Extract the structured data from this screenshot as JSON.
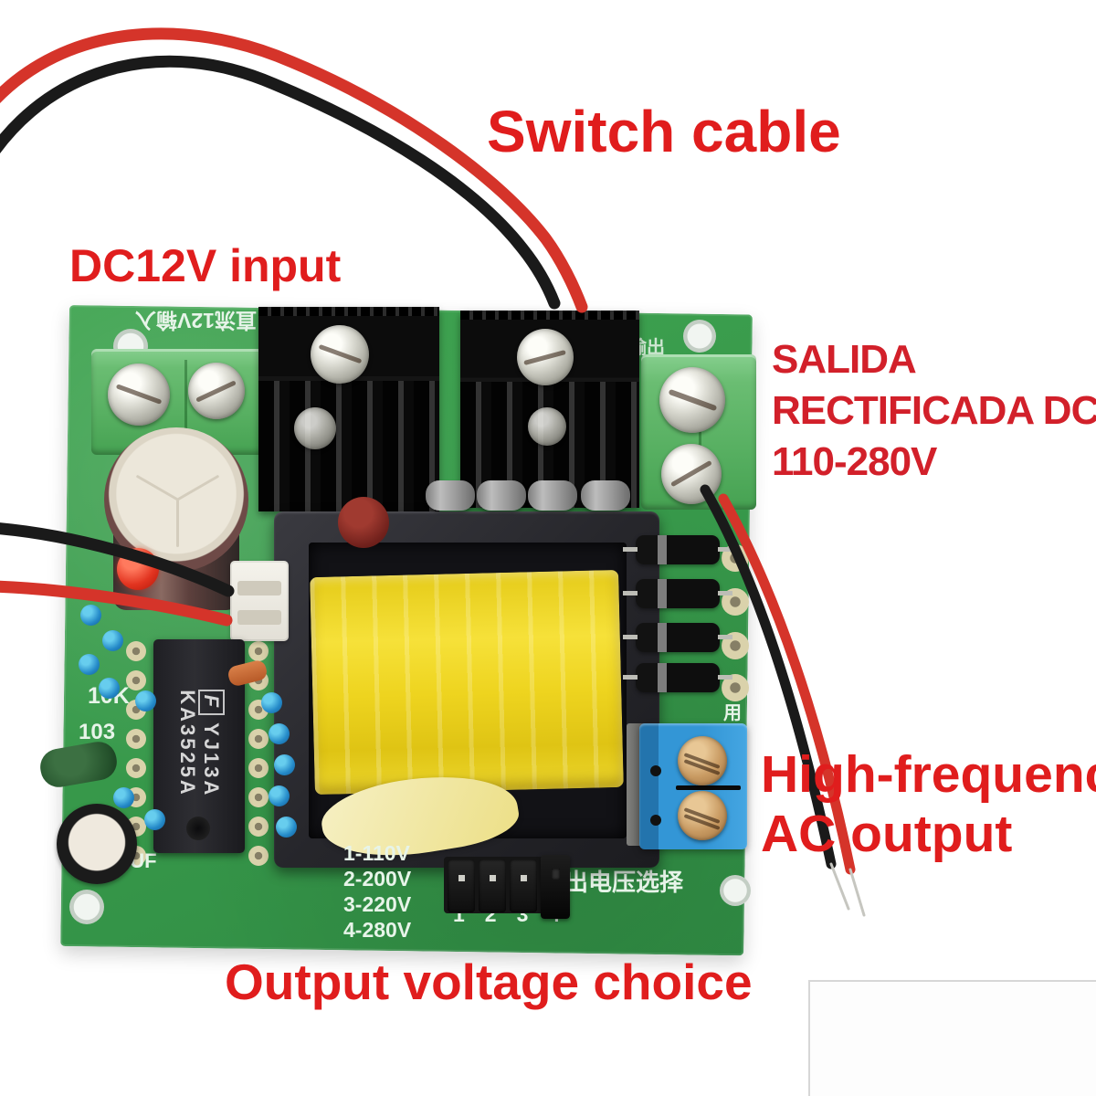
{
  "annotations": {
    "switch_cable": "Switch cable",
    "dc_input": "DC12V input",
    "salida": [
      "SALIDA",
      "RECTIFICADA DC",
      "110-280V"
    ],
    "high_freq_line1": "High-frequency",
    "high_freq_line2": "AC output",
    "output_choice": "Output voltage choice"
  },
  "pcb": {
    "silkscreen": {
      "dc_input_cn": "直流12V输入",
      "dc_output_cn": "直流输出",
      "output_select_cn": "输出电压选择",
      "terminal_mark_cn": "用",
      "voltage_options": [
        "1-110V",
        "2-200V",
        "3-220V",
        "4-280V"
      ],
      "jumper_pins": [
        "1",
        "2",
        "3",
        "4"
      ],
      "resistor_label": "10K",
      "cap_code": "103",
      "cap_value": "1UF"
    },
    "ic": {
      "logo": "F",
      "line1": "YJ13A",
      "line2": "KA3525A"
    }
  },
  "colors": {
    "annotation_red": "#e01d1d",
    "salida_red": "#d2202a",
    "pcb_green": "#389a4b",
    "transformer_yellow": "#eed41f",
    "wire_red": "#d5342a",
    "wire_black": "#1a1a1a",
    "terminal_blue": "#3396d6",
    "heatsink_black": "#141414"
  }
}
